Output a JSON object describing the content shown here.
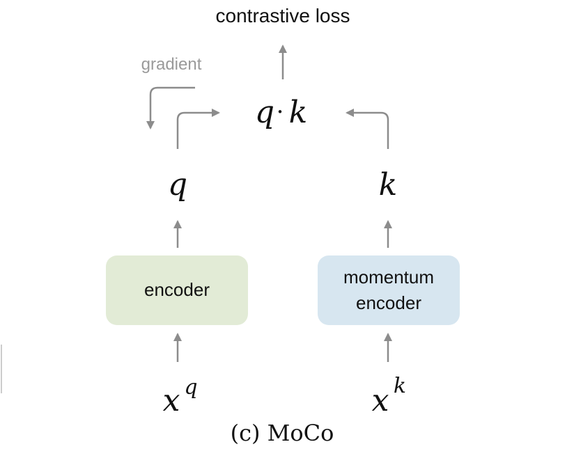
{
  "title": "contrastive loss",
  "gradient_label": "gradient",
  "dot_product": {
    "left": "q",
    "dot": "·",
    "right": "k"
  },
  "query_branch": {
    "output": "q",
    "encoder_label": "encoder",
    "input_base": "x",
    "input_sup": "q",
    "box_color": "#e2ebd6"
  },
  "key_branch": {
    "output": "k",
    "encoder_line1": "momentum",
    "encoder_line2": "encoder",
    "input_base": "x",
    "input_sup": "k",
    "box_color": "#d7e6f0"
  },
  "caption": "(c) MoCo",
  "colors": {
    "arrow": "#8c8c8c",
    "gradient_text": "#9a9a9a",
    "text": "#111111"
  }
}
